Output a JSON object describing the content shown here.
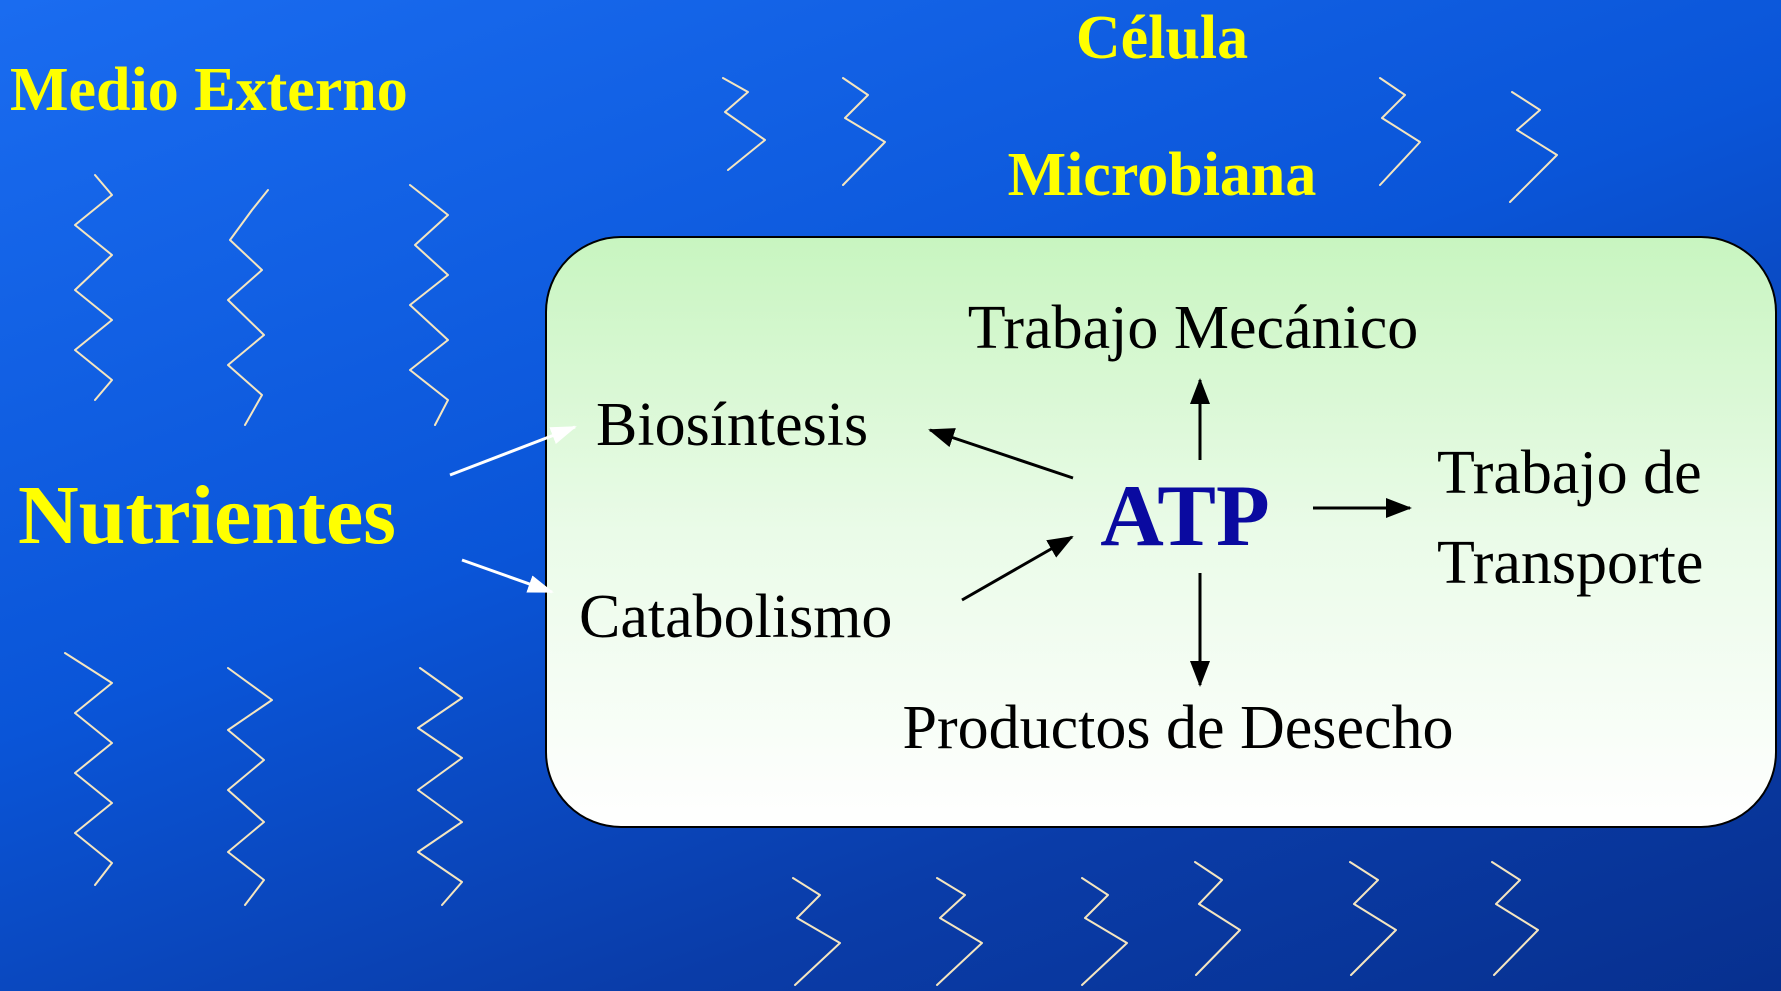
{
  "background": {
    "colors": [
      "#1a6cf0",
      "#0a3ca8"
    ]
  },
  "outside": {
    "medio_externo": "Medio Externo",
    "celula": "Célula",
    "microbiana": "Microbiana",
    "nutrientes": "Nutrientes",
    "title_color": "#ffff00"
  },
  "cell": {
    "center": "ATP",
    "center_color": "#0a0aa0",
    "biosintesis": "Biosíntesis",
    "catabolismo": "Catabolismo",
    "trabajo_mecanico": "Trabajo Mecánico",
    "trabajo_de": "Trabajo de",
    "transporte": "Transporte",
    "productos": "Productos de Desecho"
  }
}
